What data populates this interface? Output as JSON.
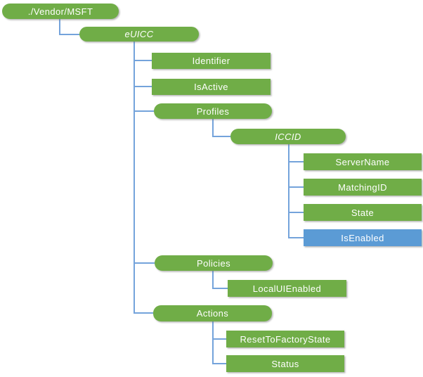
{
  "colors": {
    "node_green": "#70AD47",
    "node_blue": "#5B9BD5",
    "connector_blue": "#74A3DB",
    "text_white": "#FFFFFF"
  },
  "tree": {
    "root": {
      "label": "./Vendor/MSFT",
      "shape": "pill",
      "color": "green",
      "italic": false,
      "children": [
        {
          "label": "eUICC",
          "shape": "pill",
          "color": "green",
          "italic": true,
          "children": [
            {
              "label": "Identifier",
              "shape": "rect",
              "color": "green",
              "italic": false,
              "children": []
            },
            {
              "label": "IsActive",
              "shape": "rect",
              "color": "green",
              "italic": false,
              "children": []
            },
            {
              "label": "Profiles",
              "shape": "pill",
              "color": "green",
              "italic": false,
              "children": [
                {
                  "label": "ICCID",
                  "shape": "pill",
                  "color": "green",
                  "italic": true,
                  "children": [
                    {
                      "label": "ServerName",
                      "shape": "rect",
                      "color": "green",
                      "italic": false,
                      "children": []
                    },
                    {
                      "label": "MatchingID",
                      "shape": "rect",
                      "color": "green",
                      "italic": false,
                      "children": []
                    },
                    {
                      "label": "State",
                      "shape": "rect",
                      "color": "green",
                      "italic": false,
                      "children": []
                    },
                    {
                      "label": "IsEnabled",
                      "shape": "rect",
                      "color": "blue",
                      "italic": false,
                      "children": []
                    }
                  ]
                }
              ]
            },
            {
              "label": "Policies",
              "shape": "pill",
              "color": "green",
              "italic": false,
              "children": [
                {
                  "label": "LocalUIEnabled",
                  "shape": "rect",
                  "color": "green",
                  "italic": false,
                  "children": []
                }
              ]
            },
            {
              "label": "Actions",
              "shape": "pill",
              "color": "green",
              "italic": false,
              "children": [
                {
                  "label": "ResetToFactoryState",
                  "shape": "rect",
                  "color": "green",
                  "italic": false,
                  "children": []
                },
                {
                  "label": "Status",
                  "shape": "rect",
                  "color": "green",
                  "italic": false,
                  "children": []
                }
              ]
            }
          ]
        }
      ]
    }
  }
}
